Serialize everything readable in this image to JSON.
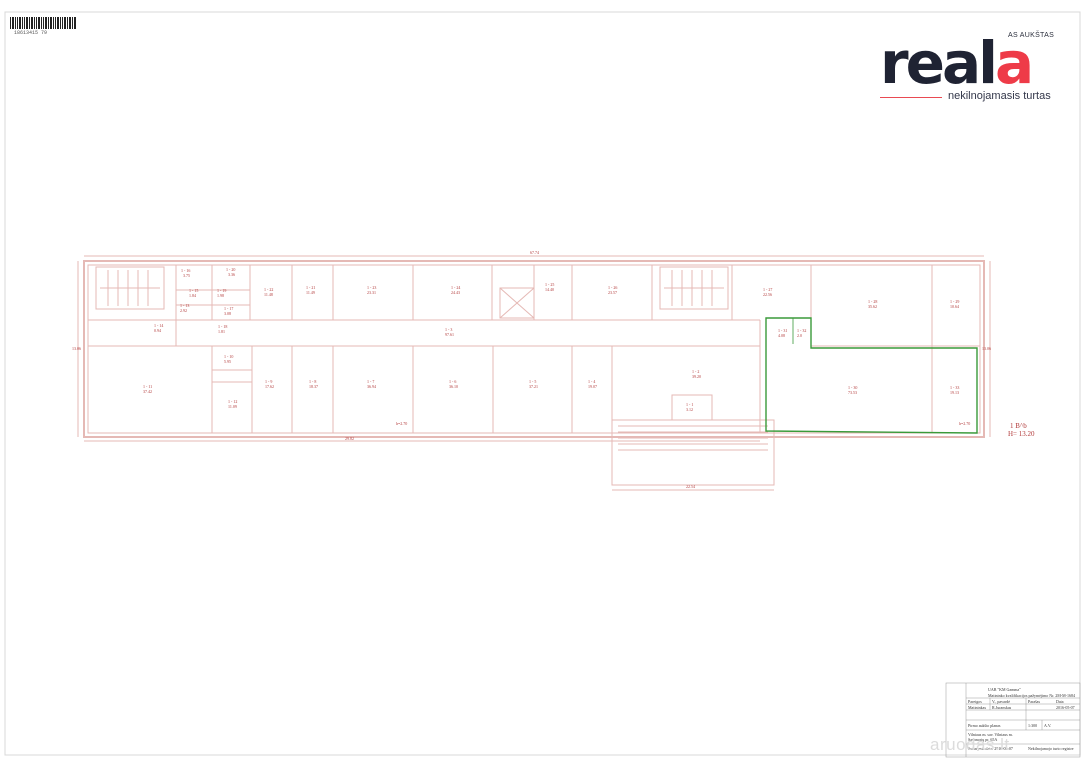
{
  "brand": {
    "name_main": "real",
    "name_accent": "a",
    "superscript": "AS AUKŠTAS",
    "tagline": "nekilnojamasis turtas",
    "colors": {
      "dark": "#1f2333",
      "accent": "#ee3b48"
    }
  },
  "barcode": {
    "number": "18613415 79"
  },
  "plan": {
    "overall_length": "67.74",
    "left_height": "13.06",
    "right_height": "13.06",
    "corridor_length": "29.82",
    "stair_width": "22.54",
    "level_label": "1 B^b",
    "level_height": "H= 13.20",
    "rooms": [
      {
        "code": "1 - 16",
        "area": "3.75"
      },
      {
        "code": "1 - 20",
        "area": "3.36"
      },
      {
        "code": "1 - 22",
        "area": "11.48"
      },
      {
        "code": "1 - 21",
        "area": "11.49"
      },
      {
        "code": "1 - 23",
        "area": "23.31"
      },
      {
        "code": "1 - 24",
        "area": "24.43"
      },
      {
        "code": "1 - 25",
        "area": "14.40"
      },
      {
        "code": "1 - 26",
        "area": "23.57"
      },
      {
        "code": "1 - 27",
        "area": "22.56"
      },
      {
        "code": "1 - 28",
        "area": "35.62"
      },
      {
        "code": "1 - 29",
        "area": "10.64"
      },
      {
        "code": "1 - 15",
        "area": "1.84"
      },
      {
        "code": "1 - 19",
        "area": "1.98"
      },
      {
        "code": "1 - 17",
        "area": "3.08"
      },
      {
        "code": "1 - 13",
        "area": "2.92"
      },
      {
        "code": "1 - 14",
        "area": "0.94"
      },
      {
        "code": "1 - 18",
        "area": "1.81"
      },
      {
        "code": "1 - 3",
        "area": "97.61"
      },
      {
        "code": "1 - 31",
        "area": "4.08"
      },
      {
        "code": "1 - 32",
        "area": "2.0"
      },
      {
        "code": "1 - 11",
        "area": "37.42"
      },
      {
        "code": "1 - 10",
        "area": "5.95"
      },
      {
        "code": "1 - 12",
        "area": "11.09"
      },
      {
        "code": "1 - 9",
        "area": "17.62"
      },
      {
        "code": "1 - 8",
        "area": "18.37"
      },
      {
        "code": "1 - 7",
        "area": "36.94"
      },
      {
        "code": "1 - 6",
        "area": "36.10"
      },
      {
        "code": "1 - 5",
        "area": "37.21"
      },
      {
        "code": "1 - 4",
        "area": "19.07"
      },
      {
        "code": "1 - 2",
        "area": "39.20"
      },
      {
        "code": "1 - 1",
        "area": "3.12"
      },
      {
        "code": "1 - 30",
        "area": "73.53"
      },
      {
        "code": "1 - 33",
        "area": "19.13"
      }
    ],
    "height_marks": [
      "h=2.70",
      "h=2.70"
    ]
  },
  "title_block": {
    "company": "UAB \"KM Gamma\"",
    "contract": "Matininko kvalifikacijos pažymėjimo Nr. 2M-M-1684",
    "col_headers": [
      "Pareigos",
      "V., pavardė",
      "Parašas",
      "Data"
    ],
    "role": "Matininkas",
    "person": "R.Juranskas",
    "date": "2016-05-07",
    "sheet_title": "Pirmo aukšto planas",
    "scale": "1:300",
    "sheet_code": "A.V.",
    "address_1": "Vilniaus m. sav. Vilniaus m.",
    "address_2": "Savanorių pr. 65A",
    "footer_1": "Sudarymo data: 2016-05-07",
    "footer_2": "Nekilnojamojo turto registre"
  },
  "watermark": "aruodas.lt"
}
